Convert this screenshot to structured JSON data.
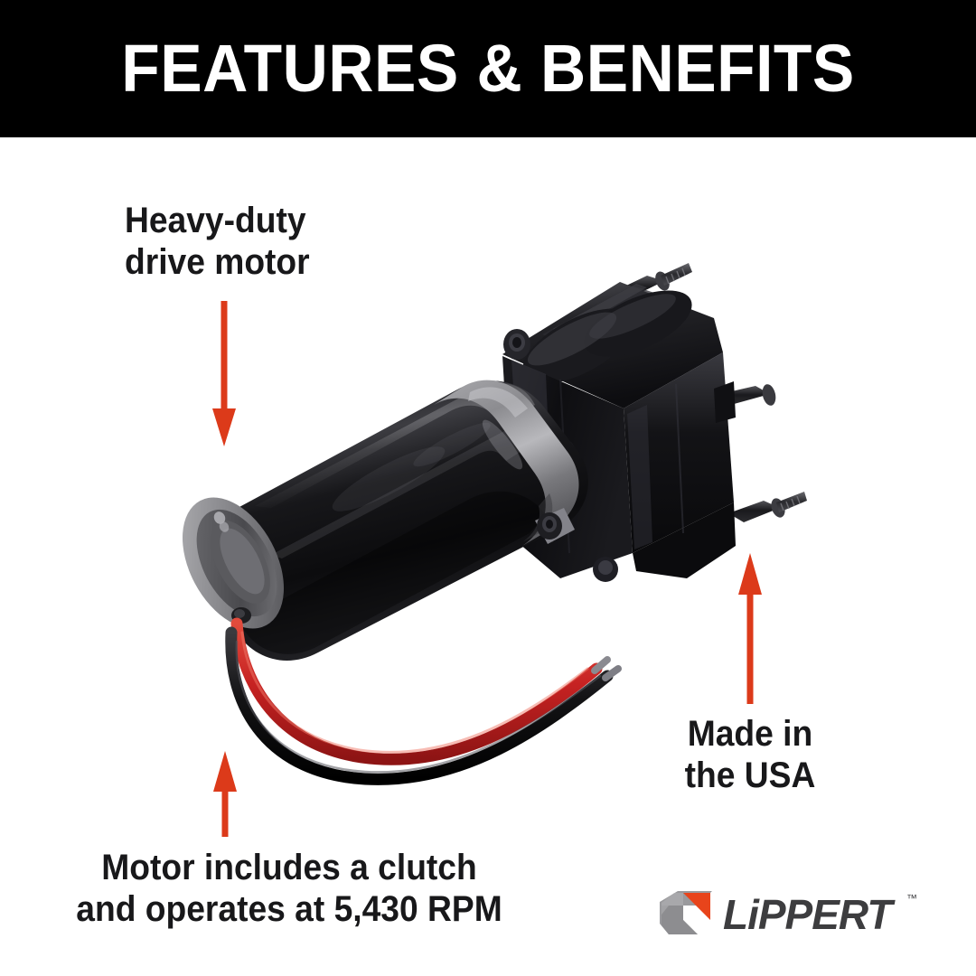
{
  "header": {
    "title": "FEATURES & BENEFITS",
    "background_color": "#000000",
    "text_color": "#ffffff"
  },
  "theme": {
    "accent_color": "#dc3a1a",
    "text_color": "#18181a",
    "page_background": "#ffffff",
    "logo_grey": "#8d8d90",
    "logo_dark": "#3a3a3c"
  },
  "callouts": [
    {
      "id": "heavy-duty",
      "text": "Heavy-duty\ndrive motor",
      "arrow": "arrow-down",
      "arrow_color": "#dc3a1a"
    },
    {
      "id": "made-usa",
      "text": "Made in\nthe USA",
      "arrow": "arrow-up",
      "arrow_color": "#dc3a1a"
    },
    {
      "id": "clutch-rpm",
      "text": "Motor includes a clutch\nand operates at 5,430 RPM",
      "arrow": "arrow-up",
      "arrow_color": "#dc3a1a"
    }
  ],
  "product": {
    "name": "drive-motor-with-gearbox",
    "body_color": "#121214",
    "endcap_color": "#8a8a8c",
    "band_color": "#7d7d80",
    "wire_positive_color": "#cc2222",
    "wire_negative_color": "#141414"
  },
  "logo": {
    "wordmark": "LiPPERT",
    "trademark": "™",
    "mark_orange": "#e8441b",
    "mark_grey": "#9a9a9d",
    "wordmark_color": "#3d3d3f"
  }
}
